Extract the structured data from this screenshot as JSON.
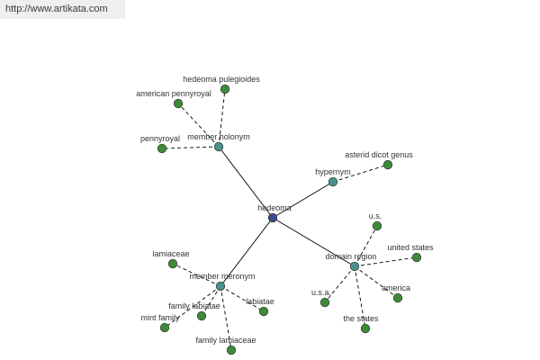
{
  "site": {
    "url": "http://www.artikata.com"
  },
  "colors": {
    "root": "#3b4a8c",
    "hub": "#4c8f93",
    "leaf": "#3f8a3a",
    "node_stroke": "#2b3a2b",
    "edge": "#000000",
    "banner_bg": "#efefef"
  },
  "graph": {
    "root": {
      "id": "hedeoma",
      "label": "hedeoma"
    },
    "hubs": [
      {
        "id": "member-holonym",
        "label": "member holonym",
        "leaves": [
          {
            "id": "hedeoma-pulegioides",
            "label": "hedeoma pulegioides"
          },
          {
            "id": "american-pennyroyal",
            "label": "american pennyroyal"
          },
          {
            "id": "pennyroyal",
            "label": "pennyroyal"
          }
        ]
      },
      {
        "id": "hypernym",
        "label": "hypernym",
        "leaves": [
          {
            "id": "asterid-dicot-genus",
            "label": "asterid dicot genus"
          }
        ]
      },
      {
        "id": "domain-region",
        "label": "domain region",
        "leaves": [
          {
            "id": "us",
            "label": "u.s."
          },
          {
            "id": "united-states",
            "label": "united states"
          },
          {
            "id": "usa",
            "label": "u.s.a."
          },
          {
            "id": "america",
            "label": "america"
          },
          {
            "id": "the-states",
            "label": "the states"
          }
        ]
      },
      {
        "id": "member-meronym",
        "label": "member meronym",
        "leaves": [
          {
            "id": "lamiaceae",
            "label": "lamiaceae"
          },
          {
            "id": "family-labiatae",
            "label": "family labiatae"
          },
          {
            "id": "labiatae",
            "label": "labiatae"
          },
          {
            "id": "mint-family",
            "label": "mint family"
          },
          {
            "id": "family-lamiaceae",
            "label": "family lamiaceae"
          }
        ]
      }
    ]
  }
}
